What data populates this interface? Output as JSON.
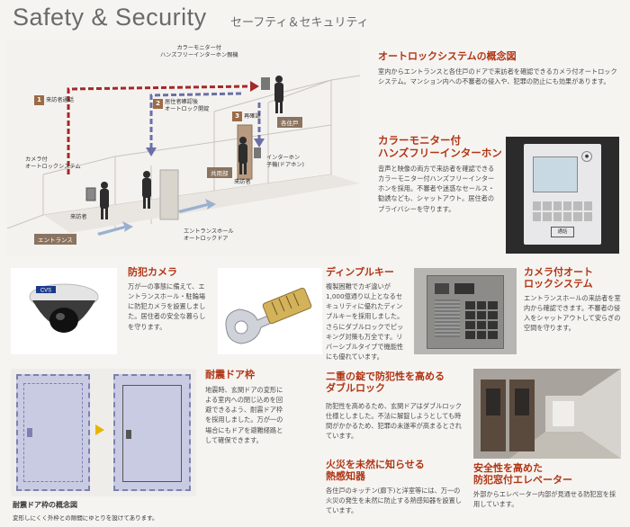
{
  "header": {
    "title": "Safety & Security",
    "subtitle": "セーフティ＆セキュリティ"
  },
  "diagram": {
    "monitor_label": "カラーモニター付\nハンズフリーインターホン親機",
    "step1": {
      "num": "1",
      "text": "来訪者通話"
    },
    "step2": {
      "num": "2",
      "text": "居住者確認後\nオートロック開錠"
    },
    "step3": {
      "num": "3",
      "text": "再確認"
    },
    "camera_label": "カメラ付\nオートロックシステム",
    "visitor_label": "来訪者",
    "visitor_label2": "来訪者",
    "entrance_tag": "エントランス",
    "hall_label": "エントランスホール\nオートロックドア",
    "shared_tag": "共用部",
    "residence_tag": "各住戸",
    "intercom_label": "インターホン\n子機(ドアホン)"
  },
  "autolock_concept": {
    "title": "オートロックシステムの概念図",
    "text": "室内からエントランスと各住戸のドアで来訪者を確認できるカメラ付オートロックシステム。マンション内への不審者の侵入や、犯罪の防止にも効果があります。"
  },
  "color_monitor": {
    "title": "カラーモニター付\nハンズフリーインターホン",
    "text": "音声と映像の両方で来訪者を確認できるカラーモニター付ハンズフリーインターホンを採用。不審者や迷惑なセールス・勧誘なども、シャットアウト。居住者のプライバシーを守ります。",
    "device_button": "通話"
  },
  "security_camera": {
    "title": "防犯カメラ",
    "text": "万が一の事態に備えて、エントランスホール・駐輪場に防犯カメラを設置しました。居住者の安全な暮らしを守ります。",
    "brand": "CVS"
  },
  "dimple_key": {
    "title": "ディンプルキー",
    "text": "複製困難でカギ違いが1,000億通り以上となるセキュリティに優れたディンプルキーを採用しました。さらにダブルロックでピッキング対策も万全です。リバーシブルタイプで機能性にも優れています。"
  },
  "camera_autolock": {
    "title": "カメラ付オート\nロックシステム",
    "text": "エントランスホールの来訪者を室内から確認できます。不審者の侵入をシャットアウトして安らぎの空間を守ります。"
  },
  "seismic_frame": {
    "title": "耐震ドア枠",
    "text": "地震時、玄関ドアの変形による室内への閉じ込めを回避できるよう、耐震ドア枠を採用しました。万が一の場合にもドアを避難経路として確保できます。",
    "caption_title": "耐震ドア枠の概念図",
    "caption_text": "変形しにくく外枠との隙間にゆとりを設けてあります。"
  },
  "double_lock": {
    "title": "二重の錠で防犯性を高める\nダブルロック",
    "text": "防犯性を高めるため、玄関ドアはダブルロック仕様としました。不法に解錠しようとしても時間がかかるため、犯罪の未遂率が高まるとされています。"
  },
  "fire_alarm": {
    "title": "火災を未然に知らせる\n熱感知器",
    "text": "各住戸のキッチン(廊下)と洋室等には、万一の火災の発生を未然に防止する熱感知器を設置しています。"
  },
  "elevator": {
    "title": "安全性を高めた\n防犯窓付エレベーター",
    "text": "外部からエレベーター内部が見通せる防犯窓を採用しています。"
  },
  "colors": {
    "accent": "#b03515",
    "step_brown": "#9b6b47",
    "background": "#f6f4f1",
    "arrow_red": "#a3292a",
    "arrow_blue": "#6b6fa8"
  }
}
